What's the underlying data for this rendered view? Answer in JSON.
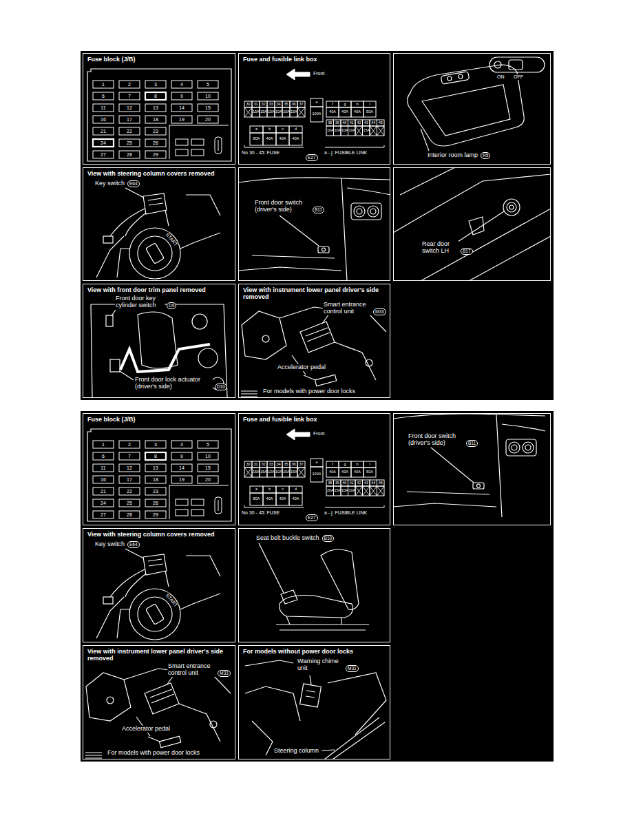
{
  "diagram": {
    "nodes": [
      {
        "text": [
          "Fuse block (J/B)"
        ]
      },
      {
        "text": [
          "Fuse and fusible link box"
        ]
      },
      {
        "text": [
          "Interior room lamp"
        ]
      },
      {
        "text": [
          "View with steering column covers removed",
          "Key switch"
        ]
      },
      {
        "text": [
          "Front door switch (driver's side)"
        ]
      },
      {
        "text": [
          "Rear door switch LH"
        ]
      },
      {
        "text": [
          "View with front door trim panel removed",
          "Front door key cylinder switch",
          "Front door lock actuator (driver's side)"
        ]
      },
      {
        "text": [
          "View with instrument lower panel driver's side removed",
          "Smart entrance control unit",
          "Accelerator pedal",
          "For models with power door locks"
        ]
      },
      {
        "text": [
          "Fuse block (J/B)"
        ]
      },
      {
        "text": [
          "Fuse and fusible link box"
        ]
      },
      {
        "text": [
          "Front door switch (driver's side)"
        ]
      },
      {
        "text": [
          "View with steering column covers removed",
          "Key switch"
        ]
      },
      {
        "text": [
          "Seat belt buckle switch"
        ]
      },
      {
        "text": [
          "View with instrument lower panel driver's side removed",
          "Smart entrance control unit",
          "Accelerator pedal",
          "For models with power door locks"
        ]
      },
      {
        "text": [
          "For models without power door locks",
          "Warning chime unit",
          "Steering column"
        ]
      }
    ],
    "labels": [
      "1",
      "2",
      "3",
      "4",
      "5",
      "6",
      "7",
      "8",
      "9",
      "10",
      "11",
      "12",
      "13",
      "14",
      "15",
      "16",
      "17",
      "18",
      "19",
      "20",
      "21",
      "22",
      "23",
      "24",
      "25",
      "26",
      "27",
      "28",
      "29",
      "30",
      "31",
      "32",
      "33",
      "34",
      "35",
      "36",
      "37",
      "15A",
      "15A",
      "10A",
      "10A",
      "10A",
      "15A",
      "e",
      "100A",
      "f",
      "g",
      "h",
      "i",
      "40A",
      "40A",
      "40A",
      "50A",
      "a",
      "b",
      "c",
      "d",
      "80A",
      "40A",
      "40A",
      "40A",
      "38",
      "39",
      "40",
      "41",
      "42",
      "43",
      "44",
      "45",
      "10A",
      "10A",
      "10A",
      "10A",
      "15A",
      "Front",
      "No 30 - 45: FUSE",
      "E27",
      "a - j: FUSIBLE LINK",
      "ON",
      "OFF",
      "R5",
      "E64",
      "START",
      "B11",
      "B17",
      "D9",
      "D10",
      "M33",
      "1",
      "2",
      "3",
      "4",
      "5",
      "6",
      "7",
      "8",
      "9",
      "10",
      "11",
      "12",
      "13",
      "14",
      "15",
      "16",
      "17",
      "18",
      "19",
      "20",
      "21",
      "22",
      "23",
      "24",
      "25",
      "26",
      "27",
      "28",
      "29",
      "30",
      "31",
      "32",
      "33",
      "34",
      "35",
      "36",
      "37",
      "15A",
      "15A",
      "10A",
      "10A",
      "10A",
      "15A",
      "e",
      "100A",
      "f",
      "g",
      "h",
      "i",
      "40A",
      "40A",
      "40A",
      "50A",
      "a",
      "b",
      "c",
      "d",
      "80A",
      "40A",
      "40A",
      "40A",
      "38",
      "39",
      "40",
      "41",
      "42",
      "43",
      "44",
      "45",
      "20A",
      "15A",
      "10A",
      "10A",
      "Front",
      "No 30 - 45: FUSE",
      "E27",
      "a - j: FUSIBLE LINK",
      "B11",
      "E64",
      "START",
      "B10",
      "M33",
      "M31"
    ]
  }
}
